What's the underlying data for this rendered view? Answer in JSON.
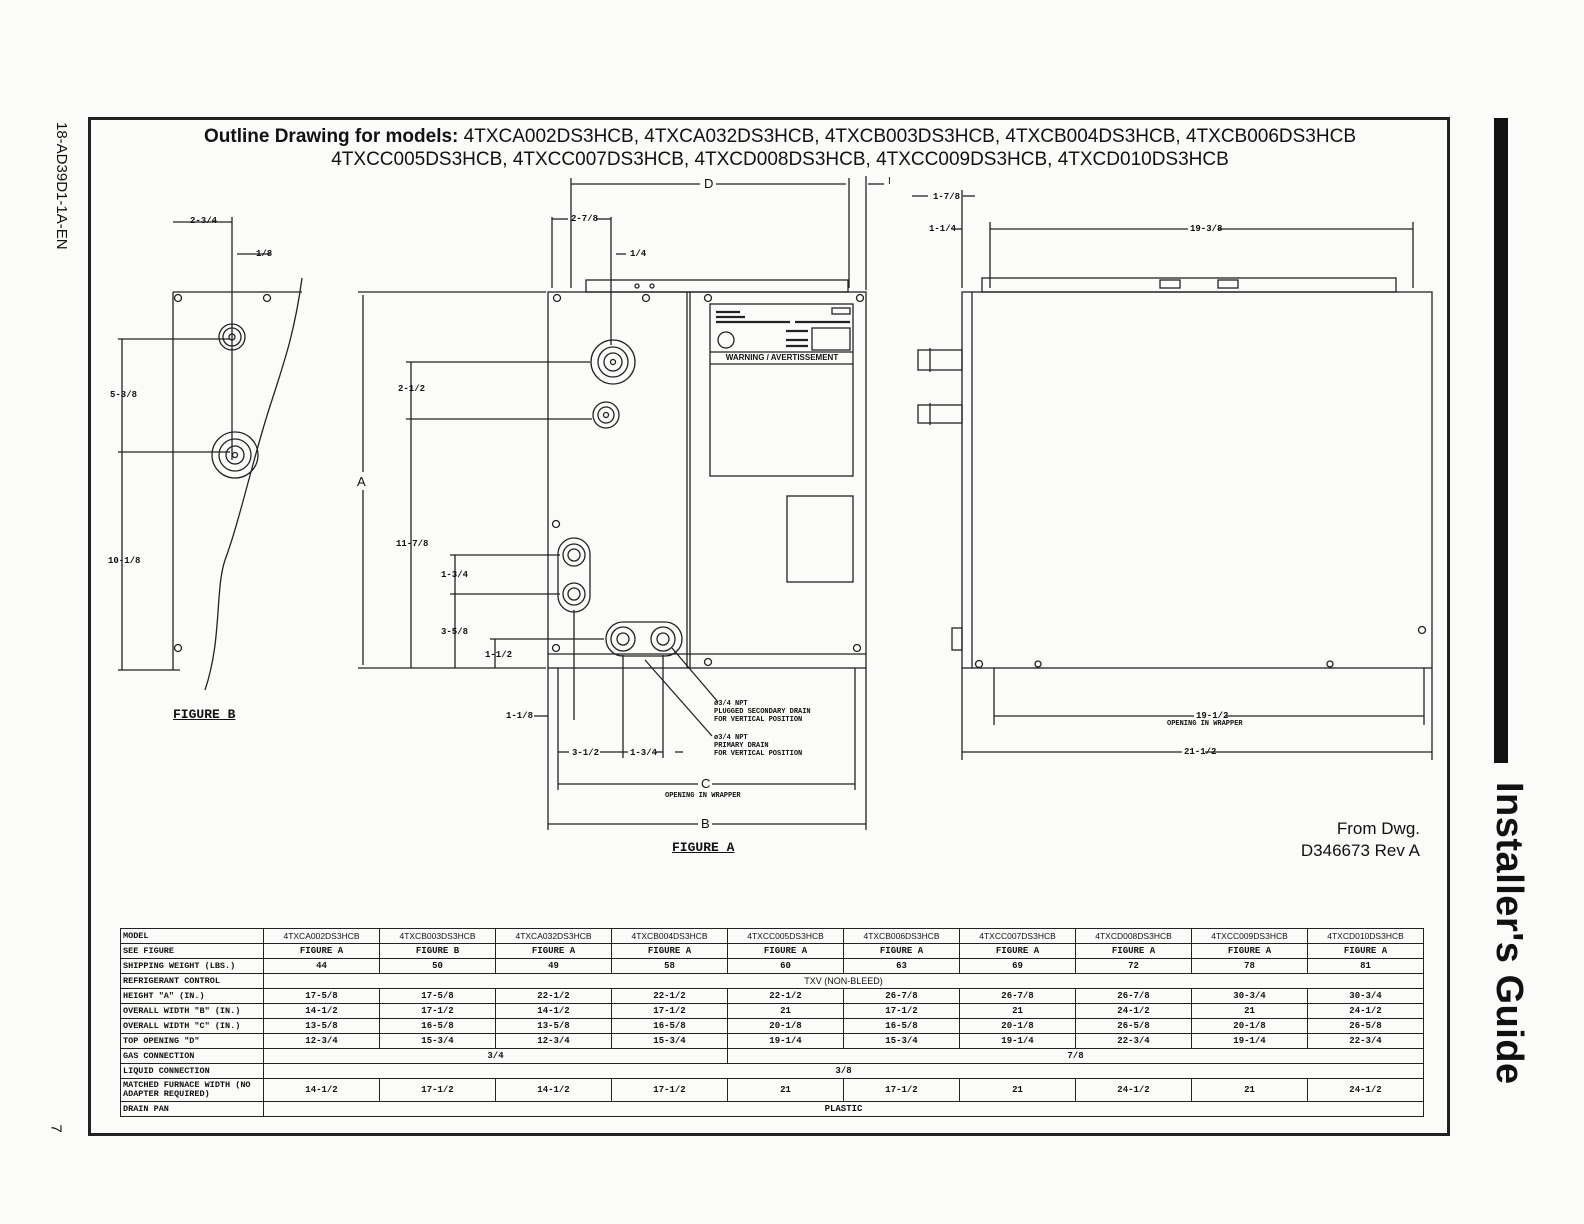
{
  "side_code": "18-AD39D1-1A-EN",
  "page_number": "7",
  "guide_label": "Installer's Guide",
  "title": {
    "prefix": "Outline Drawing for models:",
    "line1": "4TXCA002DS3HCB, 4TXCA032DS3HCB, 4TXCB003DS3HCB, 4TXCB004DS3HCB, 4TXCB006DS3HCB",
    "line2": "4TXCC005DS3HCB, 4TXCC007DS3HCB, 4TXCD008DS3HCB, 4TXCC009DS3HCB, 4TXCD010DS3HCB"
  },
  "figures": {
    "figure_b": "FIGURE B",
    "figure_a": "FIGURE A"
  },
  "dims": {
    "d_2_3_4": "2-3/4",
    "d_1_8": "1/8",
    "d_5_3_8": "5-3/8",
    "d_10_1_8": "10-1/8",
    "d_2_7_8": "2-7/8",
    "d_1_4": "1/4",
    "d_2_1_2": "2-1/2",
    "d_11_7_8": "11-7/8",
    "d_1_3_4": "1-3/4",
    "d_3_5_8": "3-5/8",
    "d_1_1_2": "1-1/2",
    "d_1_1_8": "1-1/8",
    "d_3_1_2": "3-1/2",
    "d_1_3_4b": "1-3/4",
    "d_1_7_8": "1-7/8",
    "d_1_1_4": "1-1/4",
    "d_19_3_8": "19-3/8",
    "d_19_1_2": "19-1/2",
    "opening_in_wrapper": "OPENING IN WRAPPER",
    "d_21_1_2": "21-1/2",
    "letter_d": "D",
    "letter_i": "I",
    "letter_a": "A",
    "letter_c": "C",
    "letter_b": "B"
  },
  "notes": {
    "secondary_drain": "ø3/4 NPT\nPLUGGED SECONDARY DRAIN\nFOR VERTICAL POSITION",
    "primary_drain": "ø3/4 NPT\nPRIMARY DRAIN\nFOR VERTICAL POSITION",
    "warning": "WARNING / AVERTISSEMENT"
  },
  "from_dwg": {
    "line1": "From Dwg.",
    "line2": "D346673 Rev A"
  },
  "table": {
    "models_header": "MODEL",
    "models": [
      "4TXCA002DS3HCB",
      "4TXCB003DS3HCB",
      "4TXCA032DS3HCB",
      "4TXCB004DS3HCB",
      "4TXCC005DS3HCB",
      "4TXCB006DS3HCB",
      "4TXCC007DS3HCB",
      "4TXCD008DS3HCB",
      "4TXCC009DS3HCB",
      "4TXCD010DS3HCB"
    ],
    "see_figure_label": "SEE FIGURE",
    "see_figure": [
      "FIGURE A",
      "FIGURE B",
      "FIGURE A",
      "FIGURE A",
      "FIGURE A",
      "FIGURE A",
      "FIGURE A",
      "FIGURE A",
      "FIGURE A",
      "FIGURE A"
    ],
    "shipping_label": "SHIPPING WEIGHT (LBS.)",
    "shipping": [
      "44",
      "50",
      "49",
      "58",
      "60",
      "63",
      "69",
      "72",
      "78",
      "81"
    ],
    "refrigerant_label": "REFRIGERANT CONTROL",
    "refrigerant": "TXV (NON-BLEED)",
    "height_label": "HEIGHT \"A\" (IN.)",
    "height": [
      "17-5/8",
      "17-5/8",
      "22-1/2",
      "22-1/2",
      "22-1/2",
      "26-7/8",
      "26-7/8",
      "26-7/8",
      "30-3/4",
      "30-3/4"
    ],
    "width_b_label": "OVERALL WIDTH \"B\" (IN.)",
    "width_b": [
      "14-1/2",
      "17-1/2",
      "14-1/2",
      "17-1/2",
      "21",
      "17-1/2",
      "21",
      "24-1/2",
      "21",
      "24-1/2"
    ],
    "width_c_label": "OVERALL WIDTH \"C\" (IN.)",
    "width_c": [
      "13-5/8",
      "16-5/8",
      "13-5/8",
      "16-5/8",
      "20-1/8",
      "16-5/8",
      "20-1/8",
      "26-5/8",
      "20-1/8",
      "26-5/8"
    ],
    "top_d_label": "TOP OPENING \"D\"",
    "top_d": [
      "12-3/4",
      "15-3/4",
      "12-3/4",
      "15-3/4",
      "19-1/4",
      "15-3/4",
      "19-1/4",
      "22-3/4",
      "19-1/4",
      "22-3/4"
    ],
    "gas_label": "GAS CONNECTION",
    "gas_a": "3/4",
    "gas_b": "7/8",
    "liquid_label": "LIQUID CONNECTION",
    "liquid": "3/8",
    "furnace_label": "MATCHED FURNACE WIDTH (NO ADAPTER REQUIRED)",
    "furnace": [
      "14-1/2",
      "17-1/2",
      "14-1/2",
      "17-1/2",
      "21",
      "17-1/2",
      "21",
      "24-1/2",
      "21",
      "24-1/2"
    ],
    "drain_label": "DRAIN PAN",
    "drain": "PLASTIC"
  }
}
